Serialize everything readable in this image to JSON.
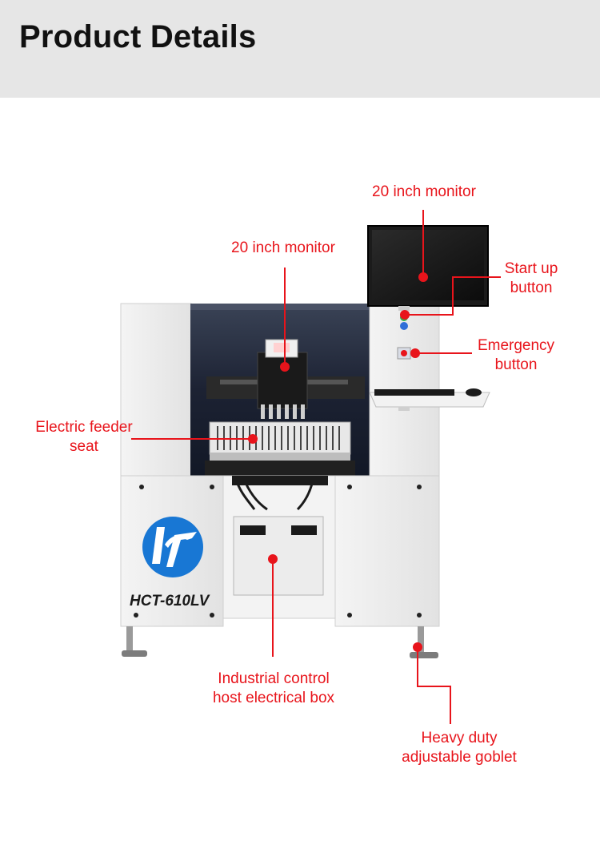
{
  "page": {
    "title": "Product Details"
  },
  "machine": {
    "model": "HCT-610LV"
  },
  "callouts": [
    {
      "id": "monitor-right",
      "line1": "20 inch monitor",
      "line2": ""
    },
    {
      "id": "monitor-center",
      "line1": "20 inch monitor",
      "line2": ""
    },
    {
      "id": "start-up-button",
      "line1": "Start up",
      "line2": "button"
    },
    {
      "id": "emergency-button",
      "line1": "Emergency",
      "line2": "button"
    },
    {
      "id": "electric-feeder-seat",
      "line1": "Electric feeder",
      "line2": "seat"
    },
    {
      "id": "electrical-box",
      "line1": "Industrial control",
      "line2": "host electrical box"
    },
    {
      "id": "goblet",
      "line1": "Heavy duty",
      "line2": "adjustable goblet"
    }
  ],
  "colors": {
    "accent": "#e8141b",
    "header_bg": "#e6e6e6",
    "logo_blue": "#1877d4"
  }
}
